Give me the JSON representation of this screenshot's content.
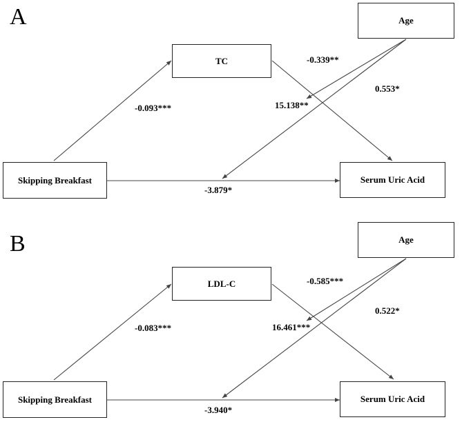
{
  "panels": [
    {
      "letter": "A",
      "nodes": {
        "moderator": "Age",
        "mediator": "TC",
        "predictor": "Skipping Breakfast",
        "outcome": "Serum Uric Acid"
      },
      "coefficients": {
        "predictor_to_mediator": "-0.093***",
        "age_mediator_interaction": "-0.339**",
        "mediator_to_outcome": "15.138**",
        "age_to_outcome": "0.553*",
        "predictor_to_outcome": "-3.879*"
      }
    },
    {
      "letter": "B",
      "nodes": {
        "moderator": "Age",
        "mediator": "LDL-C",
        "predictor": "Skipping Breakfast",
        "outcome": "Serum Uric Acid"
      },
      "coefficients": {
        "predictor_to_mediator": "-0.083***",
        "age_mediator_interaction": "-0.585***",
        "mediator_to_outcome": "16.461***",
        "age_to_outcome": "0.522*",
        "predictor_to_outcome": "-3.940*"
      }
    }
  ]
}
